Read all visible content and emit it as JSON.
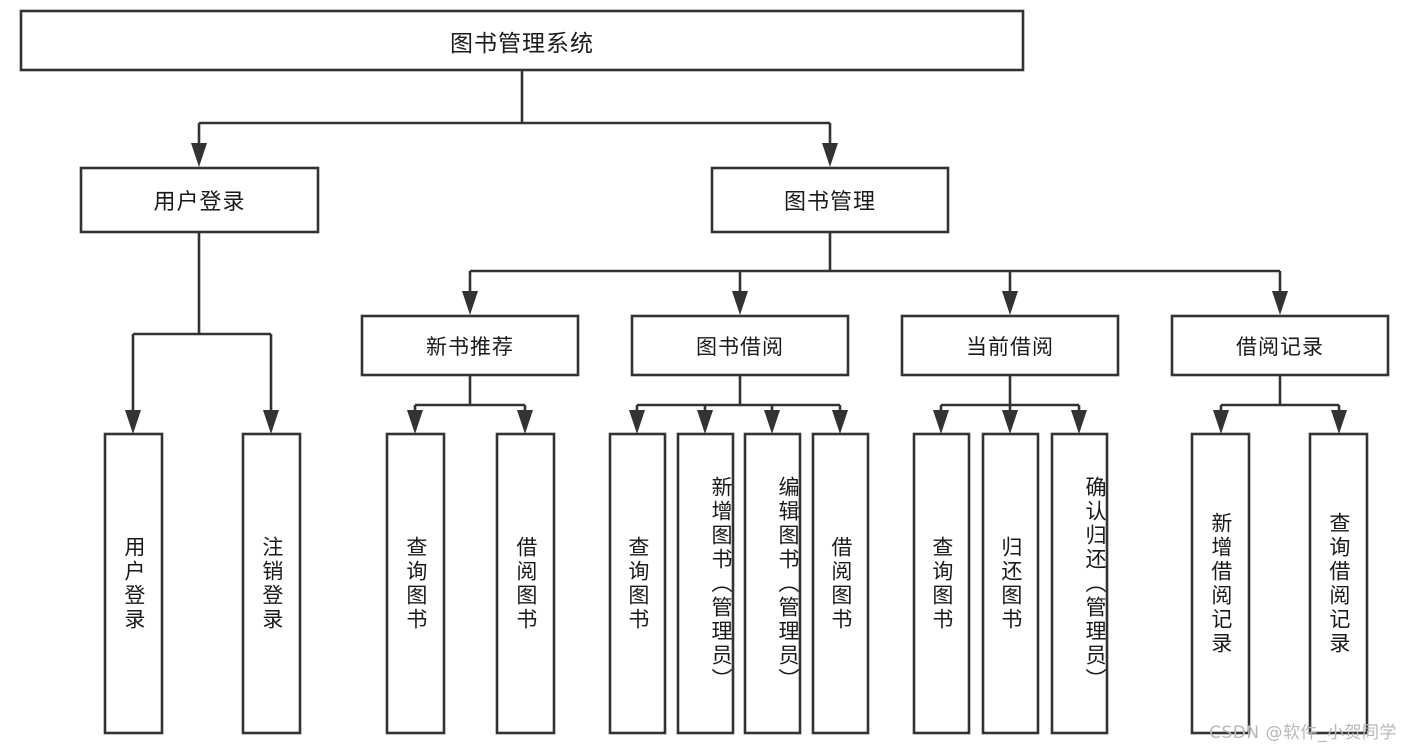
{
  "diagram": {
    "title": "图书管理系统",
    "watermark": "CSDN @软件_小贺同学",
    "colors": {
      "stroke": "#333333",
      "fill": "#ffffff",
      "text": "#1a1a1a",
      "watermark": "#b8b8b8"
    },
    "root": {
      "label": "图书管理系统"
    },
    "level2": [
      {
        "label": "用户登录"
      },
      {
        "label": "图书管理"
      }
    ],
    "level3": [
      {
        "label": "新书推荐"
      },
      {
        "label": "图书借阅"
      },
      {
        "label": "当前借阅"
      },
      {
        "label": "借阅记录"
      }
    ],
    "leaves": {
      "user_login": [
        {
          "label": "用户登录"
        },
        {
          "label": "注销登录"
        }
      ],
      "new_book_rec": [
        {
          "label": "查询图书"
        },
        {
          "label": "借阅图书"
        }
      ],
      "book_borrow": [
        {
          "label": "查询图书"
        },
        {
          "label": "新增图书（管理员）"
        },
        {
          "label": "编辑图书（管理员）"
        },
        {
          "label": "借阅图书"
        }
      ],
      "current_borrow": [
        {
          "label": "查询图书"
        },
        {
          "label": "归还图书"
        },
        {
          "label": "确认归还（管理员）"
        }
      ],
      "borrow_record": [
        {
          "label": "新增借阅记录"
        },
        {
          "label": "查询借阅记录"
        }
      ]
    }
  }
}
